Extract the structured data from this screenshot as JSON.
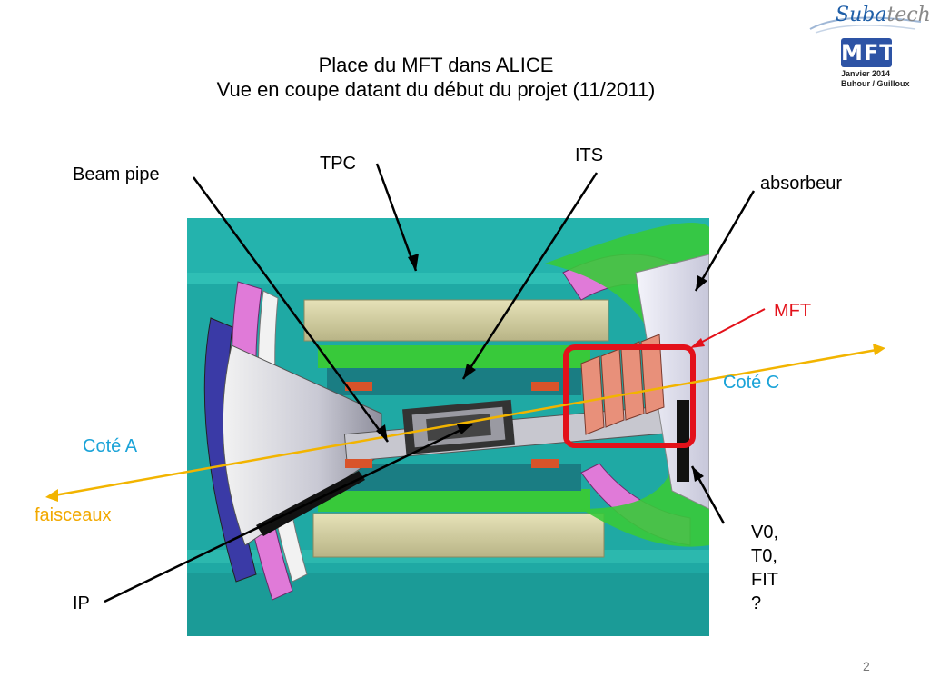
{
  "title": {
    "line1": "Place du MFT dans ALICE",
    "line2": "Vue en coupe datant du début du projet (11/2011)"
  },
  "logo": {
    "subatech_main": "Suba",
    "subatech_tail": "tech",
    "mft": "MFT",
    "date": "Janvier 2014",
    "authors": "Buhour / Guilloux"
  },
  "labels": {
    "beam_pipe": "Beam pipe",
    "tpc": "TPC",
    "its": "ITS",
    "absorbeur": "absorbeur",
    "mft": "MFT",
    "cote_c": "Coté C",
    "cote_a": "Coté A",
    "faisceaux": "faisceaux",
    "ip": "IP",
    "detectors": [
      "V0,",
      "T0,",
      "FIT",
      "?"
    ]
  },
  "colors": {
    "label_blue": "#1aa3d8",
    "mft_red": "#e3111a",
    "beam_orange": "#f2b400",
    "background_teal": "#1fa9a4"
  },
  "slide_number": "2"
}
